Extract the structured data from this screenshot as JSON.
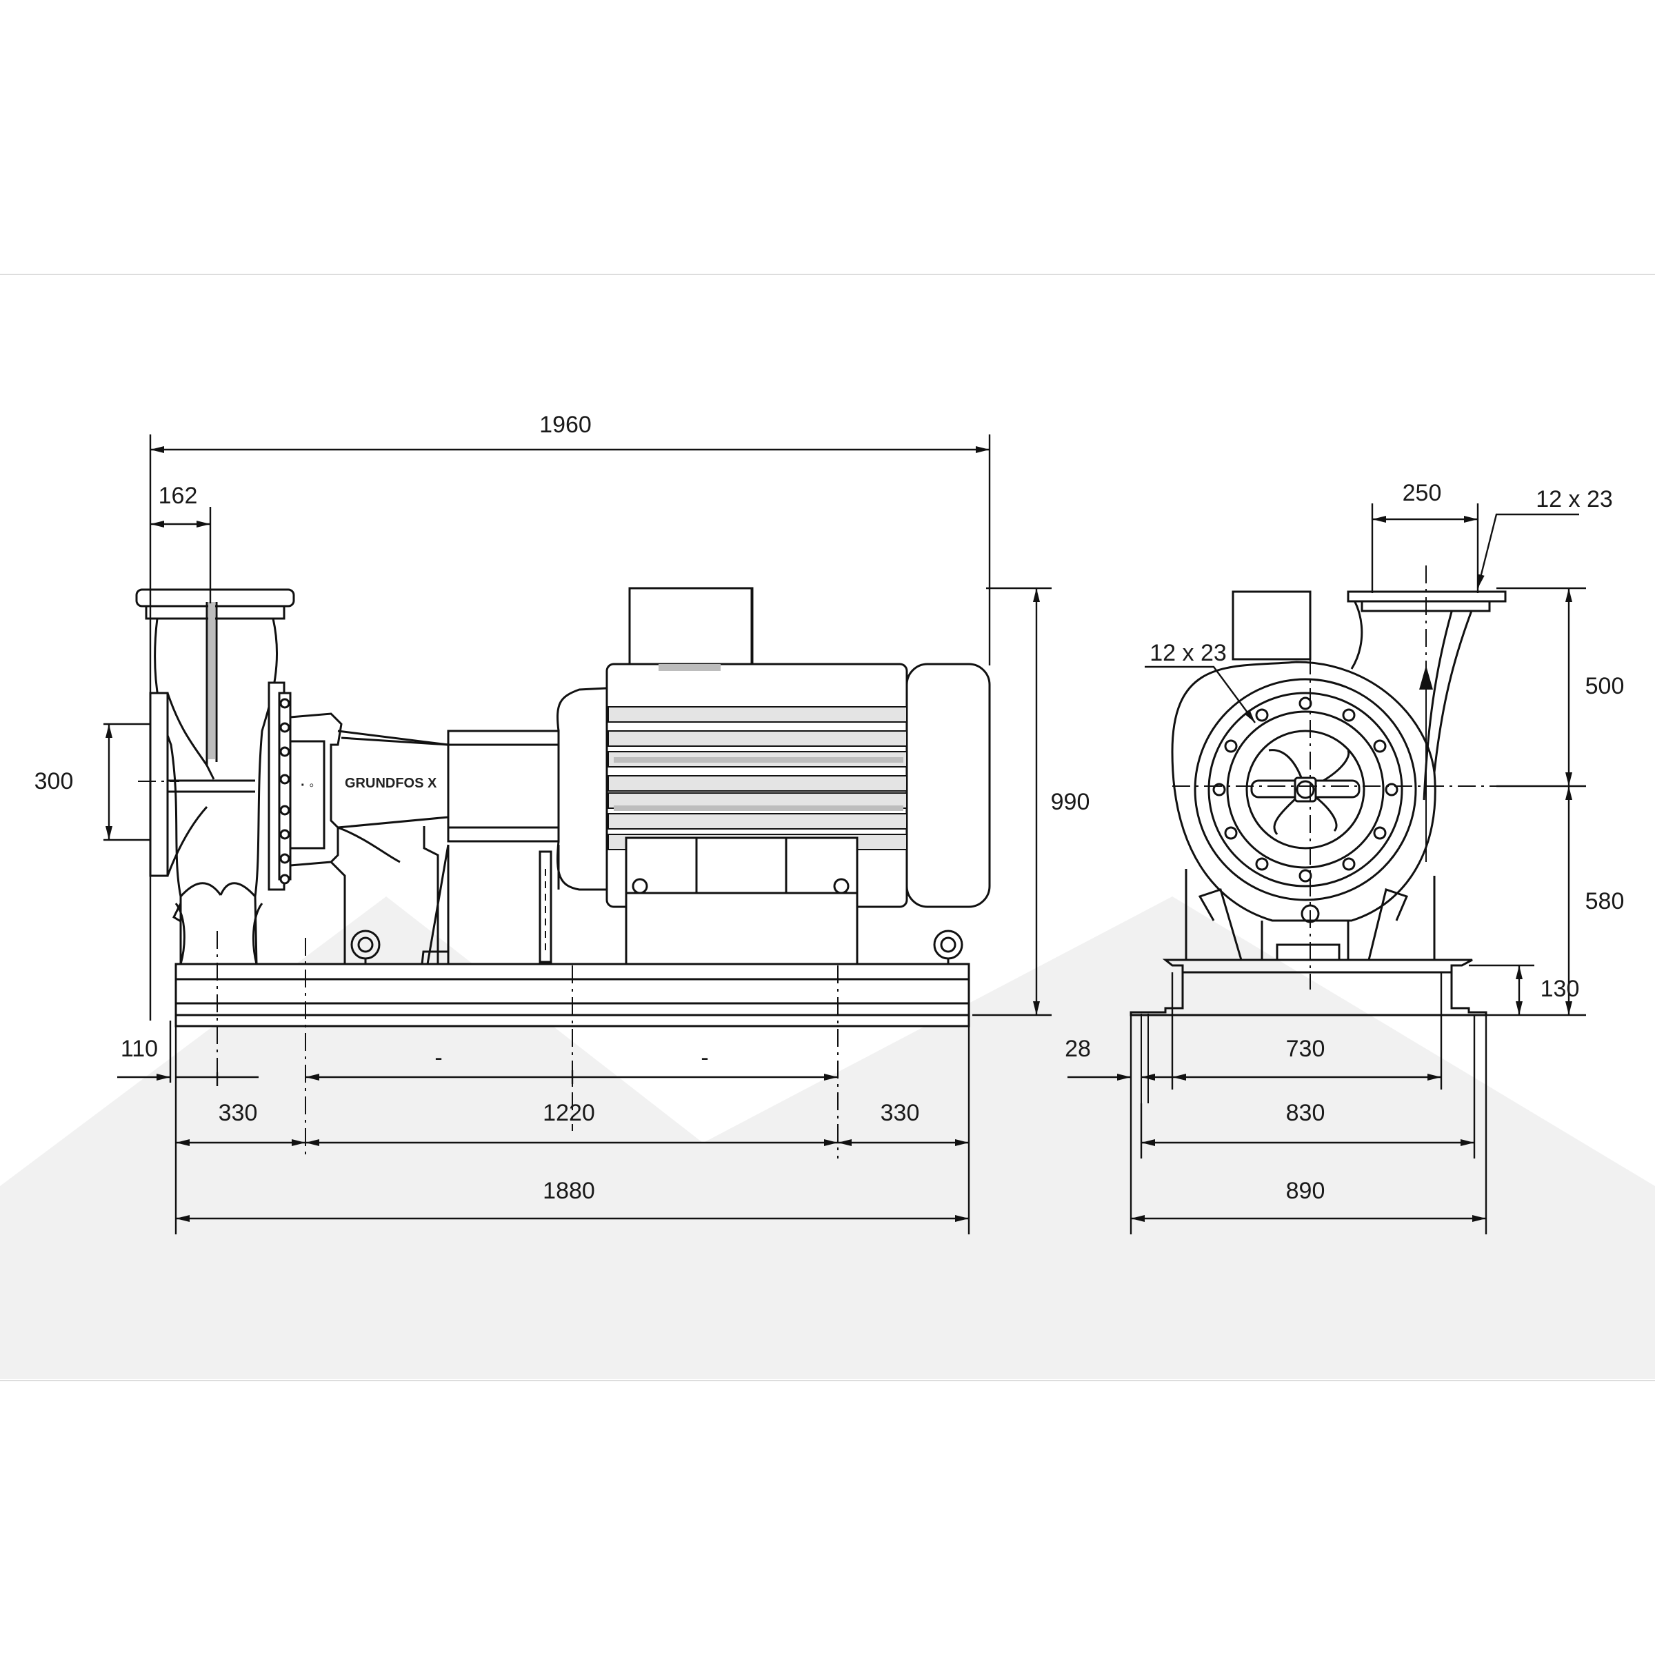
{
  "dimensions": {
    "overall_length": "1960",
    "inlet_offset": "162",
    "inlet_height": "300",
    "overall_height": "990",
    "base_offset": "110",
    "foot_left": "330",
    "foot_span": "1220",
    "foot_right": "330",
    "base_length": "1880",
    "flange_width": "250",
    "bolt_holes_outlet": "12 x 23",
    "bolt_holes_inlet": "12 x 23",
    "outlet_height": "500",
    "shaft_height": "580",
    "base_height": "130",
    "side_offset": "28",
    "base_inner_width": "730",
    "base_mid_width": "830",
    "base_width": "890"
  },
  "logo_text": "GRUNDFOS X"
}
